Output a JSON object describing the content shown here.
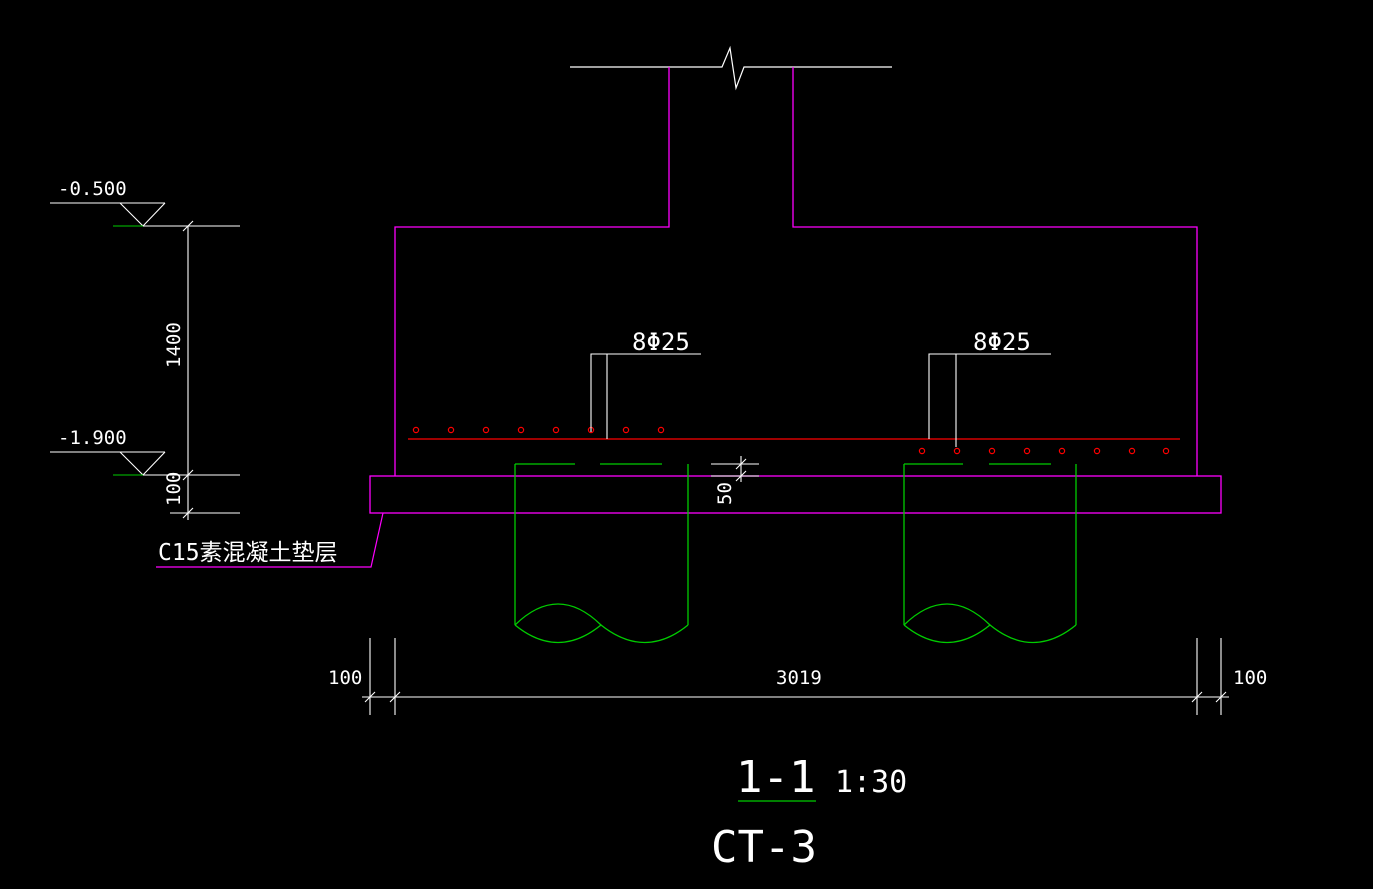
{
  "colors": {
    "background": "#000000",
    "outline": "#ff00ff",
    "rebar": "#ff0000",
    "pile": "#00cc00",
    "annotation": "#ffffff",
    "underline": "#00cc00"
  },
  "elevations": {
    "top": "-0.500",
    "bottom": "-1.900"
  },
  "dimensions": {
    "cap_height": "1400",
    "cushion_thickness": "100",
    "bar_spacing": "50",
    "left_edge": "100",
    "width": "3019",
    "right_edge": "100"
  },
  "rebar_labels": {
    "left": "8Φ25",
    "right": "8Φ25"
  },
  "cushion_label": "C15素混凝土垫层",
  "section": {
    "name": "1-1",
    "scale": "1:30",
    "member": "CT-3"
  }
}
